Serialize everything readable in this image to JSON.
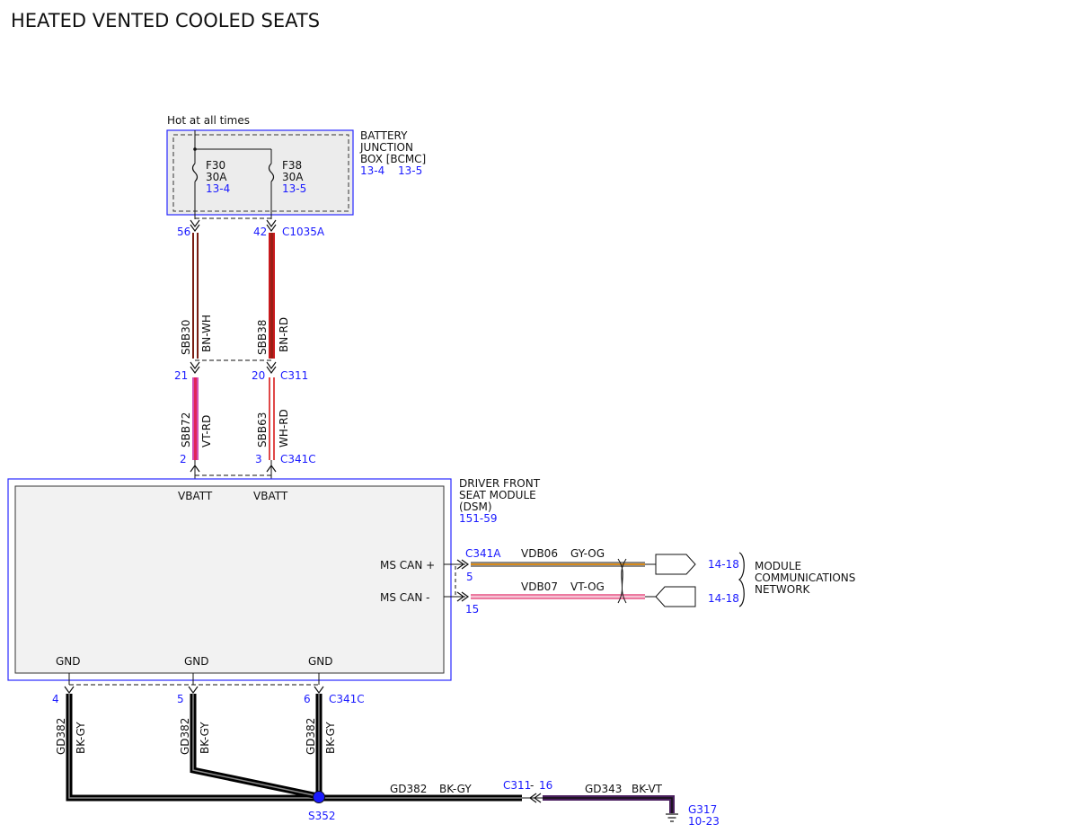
{
  "title": "HEATED VENTED COOLED SEATS",
  "power_note": "Hot at all times",
  "bjb": {
    "name_line1": "BATTERY",
    "name_line2": "JUNCTION",
    "name_line3": "BOX [BCMC]",
    "ref1": "13-4",
    "ref2": "13-5",
    "fuses": [
      {
        "id": "F30",
        "rating": "30A",
        "ref": "13-4"
      },
      {
        "id": "F38",
        "rating": "30A",
        "ref": "13-5"
      }
    ]
  },
  "connectors": {
    "c1035a": {
      "name": "C1035A",
      "pin_a": "56",
      "pin_b": "42"
    },
    "c311": {
      "name": "C311",
      "pin_a": "21",
      "pin_b": "20"
    },
    "c341c_top": {
      "name": "C341C",
      "pin_a": "2",
      "pin_b": "3"
    },
    "c341a": {
      "name": "C341A",
      "pin_a": "5",
      "pin_b": "15"
    },
    "c341c_bottom": {
      "name": "C341C",
      "pin_a": "4",
      "pin_b": "5",
      "pin_c": "6"
    },
    "c311_ground": {
      "name": "C311",
      "pin": "16"
    }
  },
  "wires": {
    "sbb30": {
      "circuit": "SBB30",
      "color": "BN-WH"
    },
    "sbb38": {
      "circuit": "SBB38",
      "color": "BN-RD"
    },
    "sbb72": {
      "circuit": "SBB72",
      "color": "VT-RD"
    },
    "sbb63": {
      "circuit": "SBB63",
      "color": "WH-RD"
    },
    "gd382": {
      "circuit": "GD382",
      "color": "BK-GY"
    },
    "vdb06": {
      "circuit": "VDB06",
      "color": "GY-OG"
    },
    "vdb07": {
      "circuit": "VDB07",
      "color": "VT-OG"
    },
    "gd343": {
      "circuit": "GD343",
      "color": "BK-VT"
    }
  },
  "dsm": {
    "name_line1": "DRIVER FRONT",
    "name_line2": "SEAT MODULE",
    "name_line3": "(DSM)",
    "ref": "151-59",
    "vbatt_label": "VBATT",
    "gnd_label": "GND",
    "ms_can_plus": "MS CAN +",
    "ms_can_minus": "MS CAN -"
  },
  "network": {
    "line1": "MODULE",
    "line2": "COMMUNICATIONS",
    "line3": "NETWORK",
    "ref": "14-18"
  },
  "splice": {
    "name": "S352"
  },
  "ground": {
    "name": "G317",
    "ref": "10-23"
  },
  "separator": "-",
  "colors": {
    "reference_blue": "#1a1aff",
    "box_outline_blue": "#2a2aff",
    "brown": "#7a1e14",
    "red": "#c8191c",
    "violet": "#d34fb8",
    "black": "#000000",
    "gray": "#8a8a8a",
    "orange": "#d88a1a",
    "pink": "#ec7aa0",
    "dark_violet": "#4a1f5e"
  }
}
